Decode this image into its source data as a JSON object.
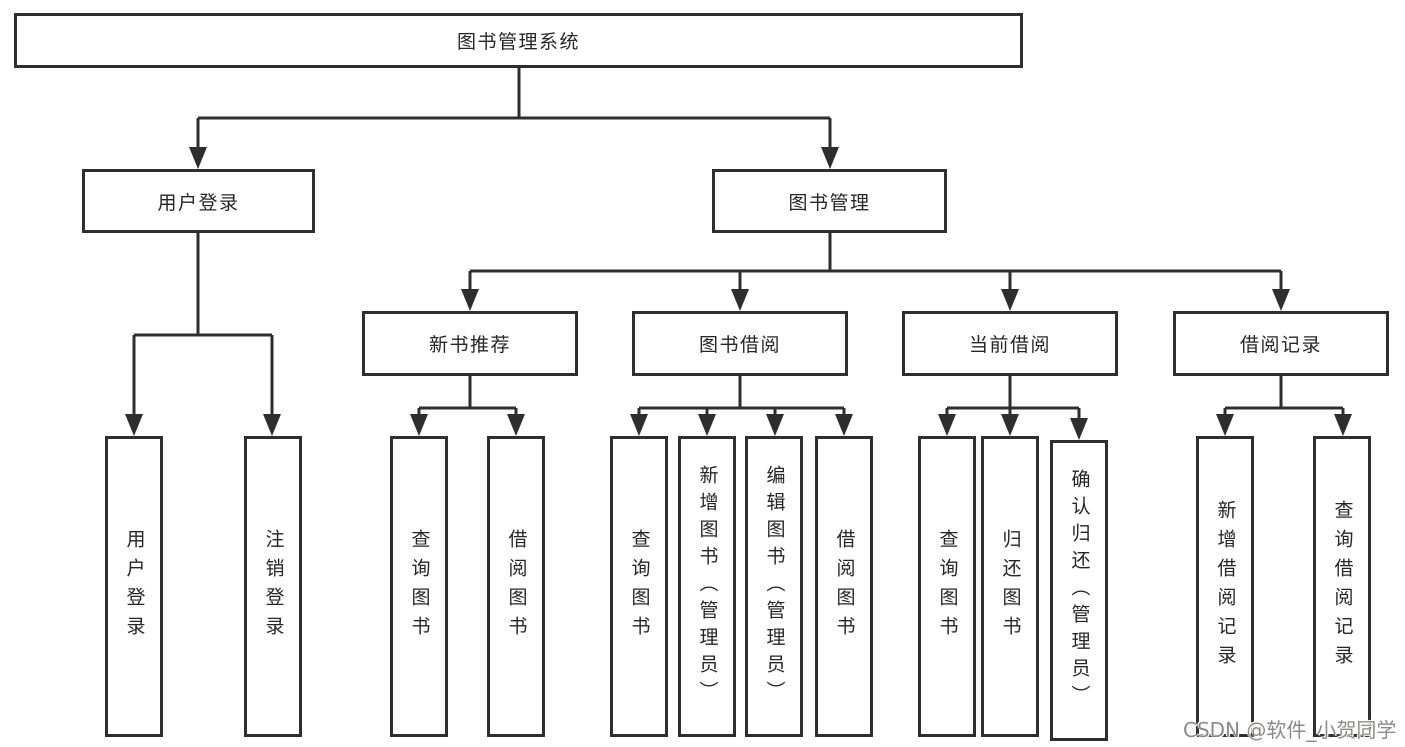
{
  "tree": {
    "root": {
      "label": "图书管理系统",
      "children": [
        {
          "label": "用户登录",
          "children": [
            {
              "label": "用户登录"
            },
            {
              "label": "注销登录"
            }
          ]
        },
        {
          "label": "图书管理",
          "children": [
            {
              "label": "新书推荐",
              "children": [
                {
                  "label": "查询图书"
                },
                {
                  "label": "借阅图书"
                }
              ]
            },
            {
              "label": "图书借阅",
              "children": [
                {
                  "label": "查询图书"
                },
                {
                  "label": "新增图书（管理员）"
                },
                {
                  "label": "编辑图书（管理员）"
                },
                {
                  "label": "借阅图书"
                }
              ]
            },
            {
              "label": "当前借阅",
              "children": [
                {
                  "label": "查询图书"
                },
                {
                  "label": "归还图书"
                },
                {
                  "label": "确认归还（管理员）"
                }
              ]
            },
            {
              "label": "借阅记录",
              "children": [
                {
                  "label": "新增借阅记录"
                },
                {
                  "label": "查询借阅记录"
                }
              ]
            }
          ]
        }
      ]
    }
  },
  "watermark": {
    "text": "CSDN @软件_小贺同学"
  },
  "colors": {
    "line": "#2e2e2e",
    "box_border": "#2e2e2e",
    "text": "#262626",
    "background": "#ffffff",
    "watermark": "#8f8a8a"
  }
}
